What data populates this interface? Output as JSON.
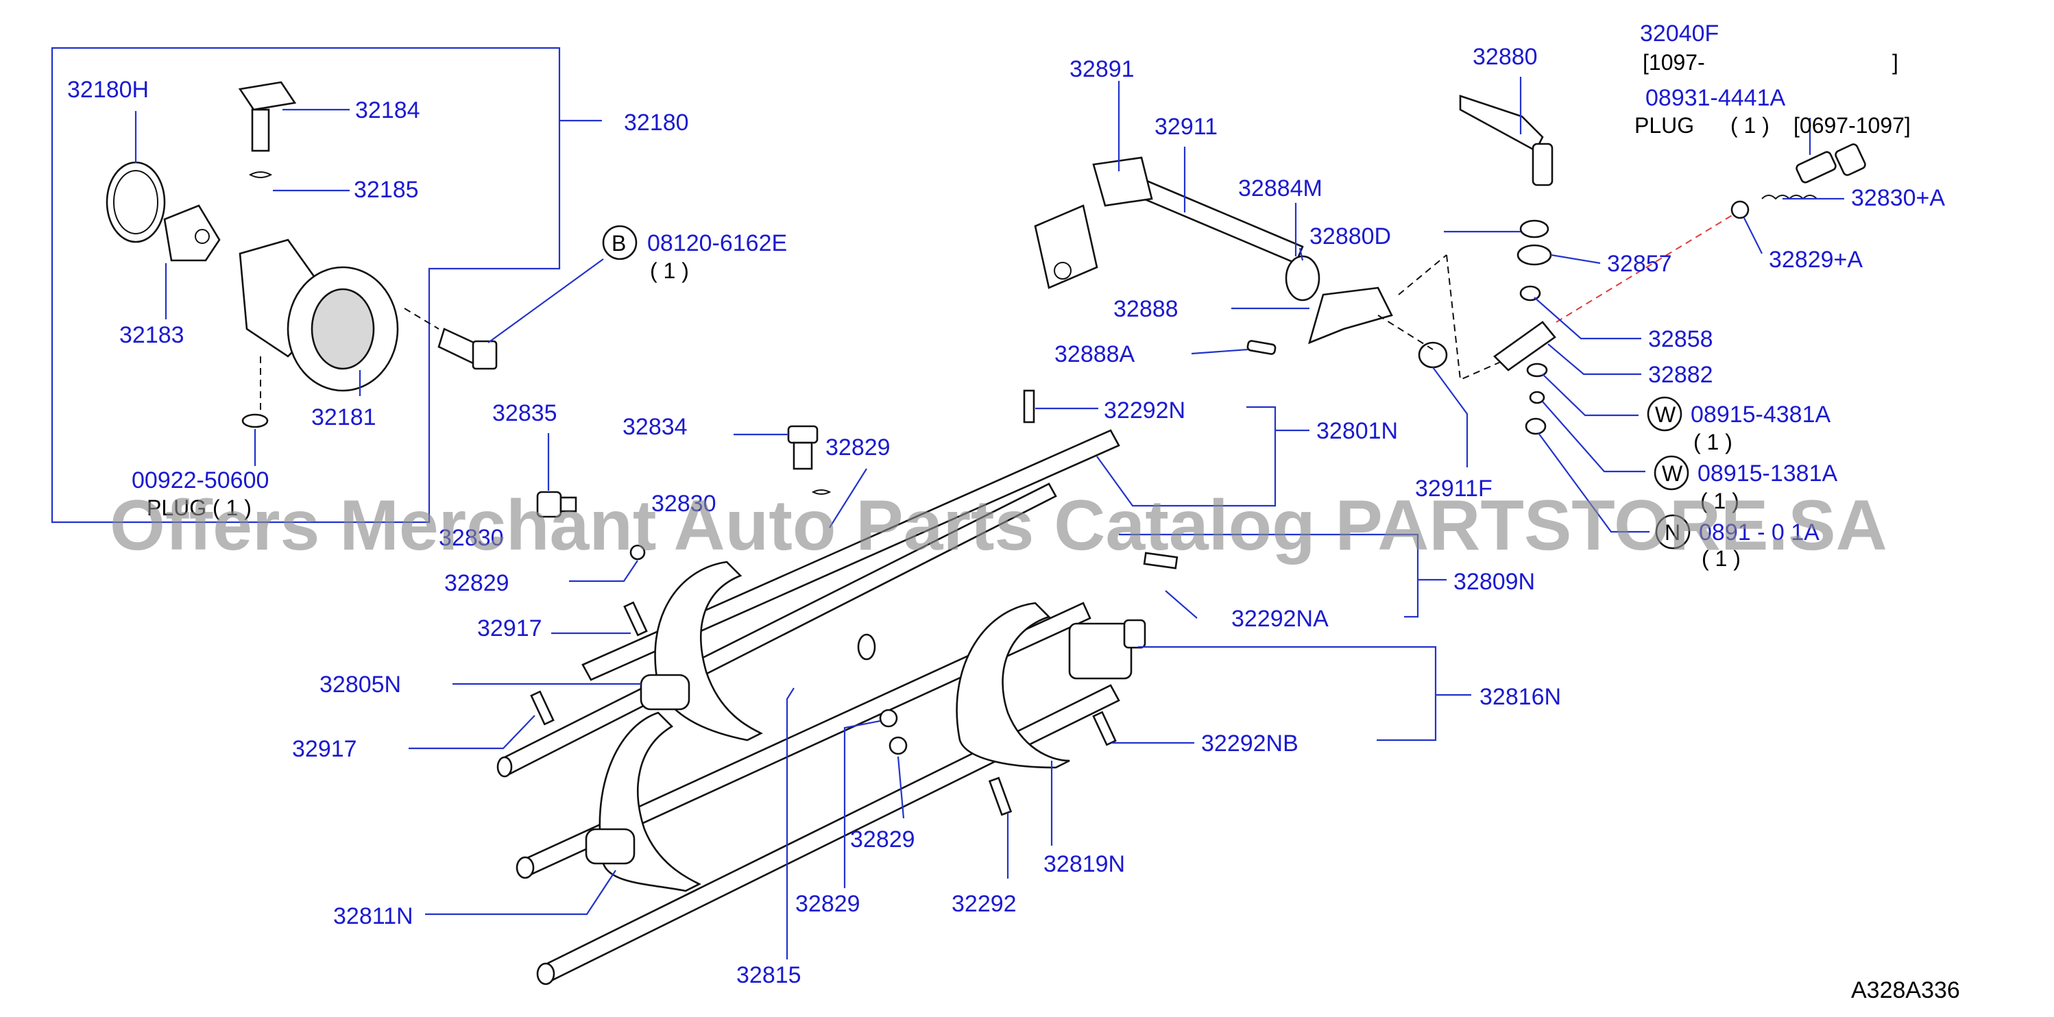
{
  "diagram": {
    "callouts": {
      "p32040F": "32040F",
      "p32180H": "32180H",
      "p32184": "32184",
      "p32180": "32180",
      "p32185": "32185",
      "p32183": "32183",
      "p32181": "32181",
      "p00922": "00922-50600",
      "p32835": "32835",
      "p32834": "32834",
      "p32829a": "32829",
      "p32830": "32830",
      "p32830b": "32830",
      "p32829b": "32829",
      "p32917a": "32917",
      "p32805N": "32805N",
      "p32917b": "32917",
      "p32811N": "32811N",
      "p32815": "32815",
      "p32829c": "32829",
      "p32829d": "32829",
      "p32292": "32292",
      "p32819N": "32819N",
      "p32292NB": "32292NB",
      "p32816N": "32816N",
      "p32292NA": "32292NA",
      "p32809N": "32809N",
      "p32292N": "32292N",
      "p32801N": "32801N",
      "p32911F": "32911F",
      "p32888A": "32888A",
      "p32888": "32888",
      "p32880D": "32880D",
      "p32884M": "32884M",
      "p32911": "32911",
      "p32891": "32891",
      "p32880": "32880",
      "p08931": "08931-4441A",
      "p32830A": "32830+A",
      "p32829A": "32829+A",
      "p32857": "32857",
      "p32858": "32858",
      "p32882": "32882",
      "p08915a": "08915-4381A",
      "p08915b": "08915-1381A",
      "p08915c": "0891 -  0 1A",
      "p08120": "08120-6162E"
    },
    "notes": {
      "range1097": "[1097-",
      "range1097_close": "]",
      "plug": "PLUG",
      "qty_plug": "( 1 )",
      "range0697": "[0697-1097]",
      "qty_08120": "( 1 )",
      "qty_08915a": "( 1 )",
      "qty_08915b": "( 1 )",
      "qty_08915c": "( 1 )",
      "plug_00922": "PLUG",
      "qty_00922": "( 1 )"
    },
    "symbols": {
      "bolt": "B",
      "washer_a": "W",
      "washer_b": "W",
      "nut": "N"
    },
    "figure_code": "A328A336",
    "watermark": "Offers Merchant Auto Parts Catalog PARTSTORE.SA"
  }
}
